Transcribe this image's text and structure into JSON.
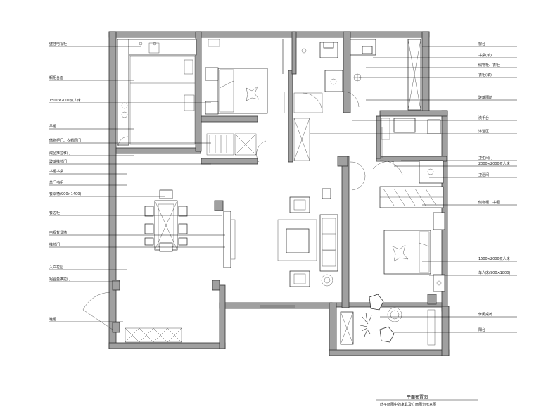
{
  "drawing": {
    "title": "平面布置图",
    "subtitle": "此平面图中的家具及立面图为示意图"
  },
  "left_labels": [
    "壁挂电视柜",
    "橱柜台面",
    "1500×2000双人床",
    "吊柜",
    "储物柜门、衣帽间门",
    "成品推拉移门",
    "玻璃推拉门",
    "书柜书桌",
    "单门书柜",
    "餐桌椅(900×1400)",
    "餐边柜",
    "电视背景墙",
    "推拉门",
    "入户花园",
    "铝合金推拉门",
    "鞋柜"
  ],
  "right_labels": [
    "窗台",
    "书桌(单)",
    "储物柜、衣柜",
    "衣柜(单)",
    "玻璃隔断",
    "洗手台",
    "淋浴区",
    "卫生间门",
    "2000×2000双人床",
    "卫浴间",
    "储物柜、书柜",
    "1500×2000双人床",
    "单人床(900×1800)",
    "休闲桌椅",
    "阳台"
  ],
  "icons": [
    "flower-pot-icon",
    "plant-icon",
    "round-table-icon"
  ]
}
